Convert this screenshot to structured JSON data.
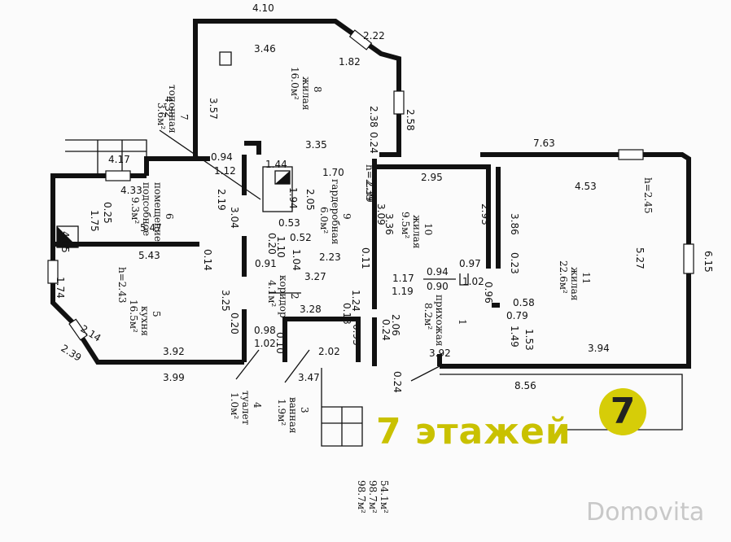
{
  "dims": {
    "top_410": "4.10",
    "top_222": "2.22",
    "top_346": "3.46",
    "top_182": "1.82",
    "l_432": "4.32",
    "l_357": "3.57",
    "r_238": "2.38",
    "r_258": "2.58",
    "r_024a": "0.24",
    "d_335": "3.35",
    "d_094": "0.94",
    "d_112": "1.12",
    "d_144": "1.44",
    "d_170": "1.70",
    "d_417": "4.17",
    "d_433": "4.33",
    "d_219": "2.19",
    "d_194": "1.94",
    "d_205": "2.05",
    "d_239": "2.39",
    "d_309": "3.09",
    "d_295": "2.95",
    "d_293": "2.93",
    "d_763": "7.63",
    "d_453": "4.53",
    "d_025": "0.25",
    "d_175": "1.75",
    "d_547": "5.47",
    "d_304": "3.04",
    "d_053": "0.53",
    "d_052": "0.52",
    "d_110": "1.10",
    "d_104": "1.04",
    "d_405": "4.05",
    "d_543": "5.43",
    "d_014": "0.14",
    "d_020a": "0.20",
    "d_091": "0.91",
    "d_223": "2.23",
    "d_011": "0.11",
    "d_336": "3.36",
    "d_386": "3.86",
    "d_527": "5.27",
    "d_615": "6.15",
    "d_097": "0.97",
    "d_023": "0.23",
    "d_174": "1.74",
    "d_327": "3.27",
    "d_117": "1.17",
    "d_094b": "0.94",
    "d_119": "1.19",
    "d_090": "0.90",
    "d_102": "1.02",
    "d_096": "0.96",
    "d_058": "0.58",
    "d_079": "0.79",
    "d_124": "1.24",
    "d_325": "3.25",
    "d_328": "3.28",
    "d_013": "0.13",
    "d_020b": "0.20",
    "d_098": "0.98",
    "d_214": "2.14",
    "d_239b": "2.39",
    "d_392": "3.92",
    "d_102b": "1.02",
    "d_010": "0.10",
    "d_202": "2.02",
    "d_093": "0.93",
    "d_206": "2.06",
    "d_024b": "0.24",
    "d_149": "1.49",
    "d_153": "1.53",
    "d_394": "3.94",
    "d_392b": "3.92",
    "d_399": "3.99",
    "d_347": "3.47",
    "d_856": "8.56",
    "d_024c": "0.24"
  },
  "rooms": {
    "r8": {
      "num": "8",
      "name": "жилая",
      "area": "16.0м²"
    },
    "r7": {
      "num": "7",
      "name": "топочная",
      "area": "3.6м²"
    },
    "r6": {
      "num": "6",
      "name": "подсобное",
      "name2": "помещение",
      "area": "9.3м²"
    },
    "r9": {
      "num": "9",
      "name": "гардеробная",
      "area": "6.0м²",
      "h": "h=2.39"
    },
    "r10": {
      "num": "10",
      "name": "жилая",
      "area": "9.5м²"
    },
    "r11": {
      "num": "11",
      "name": "жилая",
      "area": "22.6м²",
      "h": "h=2.45"
    },
    "r5": {
      "num": "5",
      "name": "кухня",
      "area": "16.5м²",
      "h": "h=2.43"
    },
    "r2": {
      "num": "2",
      "name": "коридор",
      "area": "4.1м²"
    },
    "r1": {
      "num": "1",
      "name": "прихожая",
      "area": "8.2м²"
    },
    "r3": {
      "num": "3",
      "name": "ванная",
      "area": "1.9м²"
    },
    "r4": {
      "num": "4",
      "name": "туалет",
      "area": "1.0м²"
    }
  },
  "totals": {
    "t1": "54.1м²",
    "t2": "98.7м²",
    "t3": "98.7м²"
  },
  "banner": "7 этажей",
  "badge": "7",
  "watermark": "Domovita",
  "colors": {
    "banner": "#c9c100",
    "badge": "#d6cd08",
    "watermark": "#c8c8c8"
  }
}
